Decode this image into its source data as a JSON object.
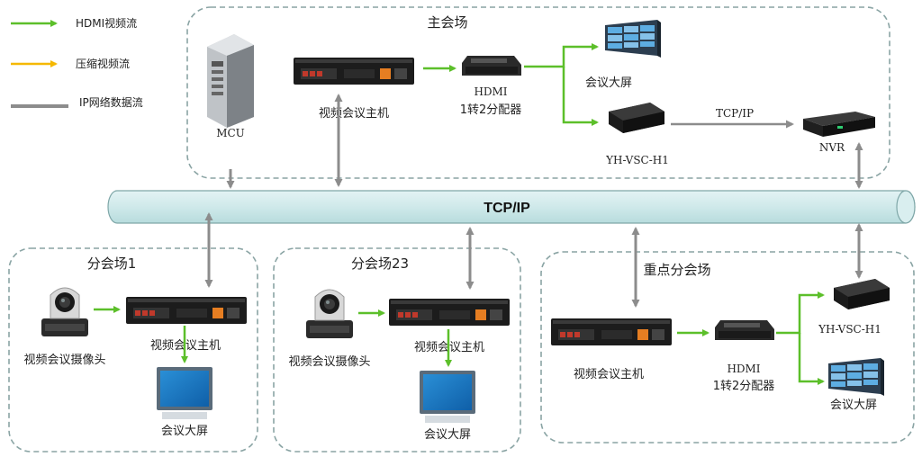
{
  "legend": {
    "hdmi": "HDMI视频流",
    "compressed": "压缩视频流",
    "ip": "IP网络数据流"
  },
  "colors": {
    "hdmi": "#5cbf2a",
    "compressed": "#f5b800",
    "ip": "#8c8c8c",
    "bus_fill": "#cfe9ea",
    "zone_border": "#8aa4a4"
  },
  "bus": {
    "label": "TCP/IP"
  },
  "main_venue": {
    "title": "主会场",
    "mcu": "MCU",
    "host": "视频会议主机",
    "splitter_line1": "HDMI",
    "splitter_line2": "1转2分配器",
    "screen": "会议大屏",
    "vsc": "YH-VSC-H1",
    "nvr_link": "TCP/IP",
    "nvr": "NVR"
  },
  "branch1": {
    "title": "分会场1",
    "camera": "视频会议摄像头",
    "host": "视频会议主机",
    "screen": "会议大屏"
  },
  "branch23": {
    "title": "分会场23",
    "camera": "视频会议摄像头",
    "host": "视频会议主机",
    "screen": "会议大屏"
  },
  "key_branch": {
    "title": "重点分会场",
    "host": "视频会议主机",
    "splitter_line1": "HDMI",
    "splitter_line2": "1转2分配器",
    "vsc": "YH-VSC-H1",
    "screen": "会议大屏"
  }
}
